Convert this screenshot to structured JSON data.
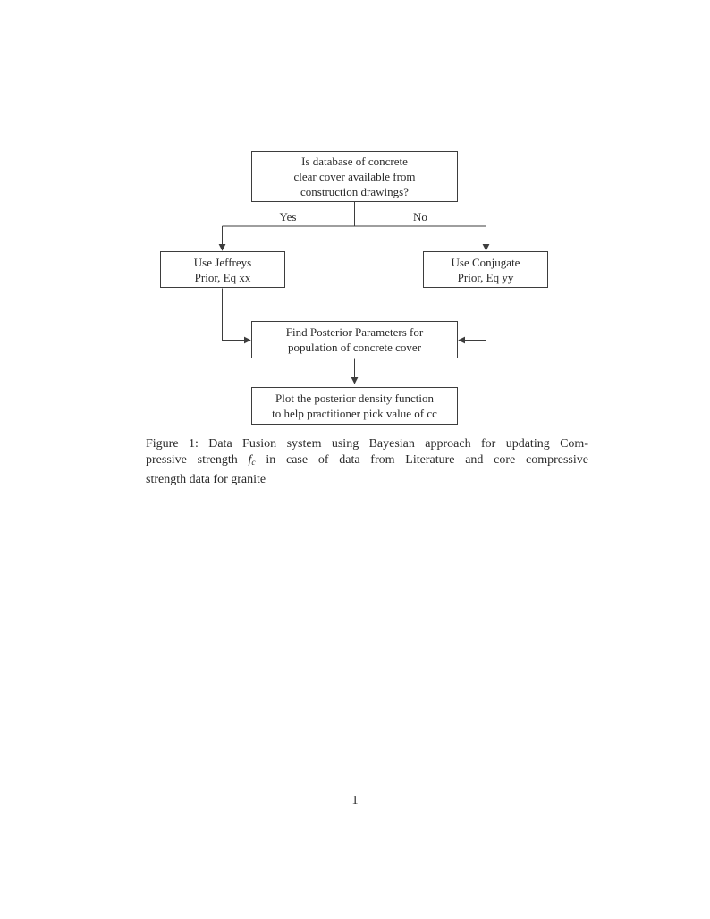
{
  "flowchart": {
    "top_box": {
      "lines": [
        "Is database of concrete",
        "clear cover available from",
        "construction drawings?"
      ]
    },
    "yes_label": "Yes",
    "no_label": "No",
    "left_box": {
      "lines": [
        "Use Jeffreys",
        "Prior, Eq xx"
      ]
    },
    "right_box": {
      "lines": [
        "Use Conjugate",
        "Prior, Eq yy"
      ]
    },
    "middle_box": {
      "lines": [
        "Find Posterior Parameters for",
        "population of concrete cover"
      ]
    },
    "bottom_box": {
      "lines": [
        "Plot the posterior density function",
        "to help practitioner pick value of cc"
      ]
    }
  },
  "caption": {
    "line1": "Figure 1: Data Fusion system using Bayesian approach for updating Com-",
    "line2_pre": "pressive strength",
    "variable": "f",
    "variable_sub": "c",
    "line2_post": "in case of data from Literature and core compressive",
    "line3": "strength data for granite"
  },
  "page": {
    "page_number": "1"
  },
  "colors": {
    "background": "#ffffff",
    "text": "#2a2a2a",
    "line": "#3d3d3d"
  }
}
